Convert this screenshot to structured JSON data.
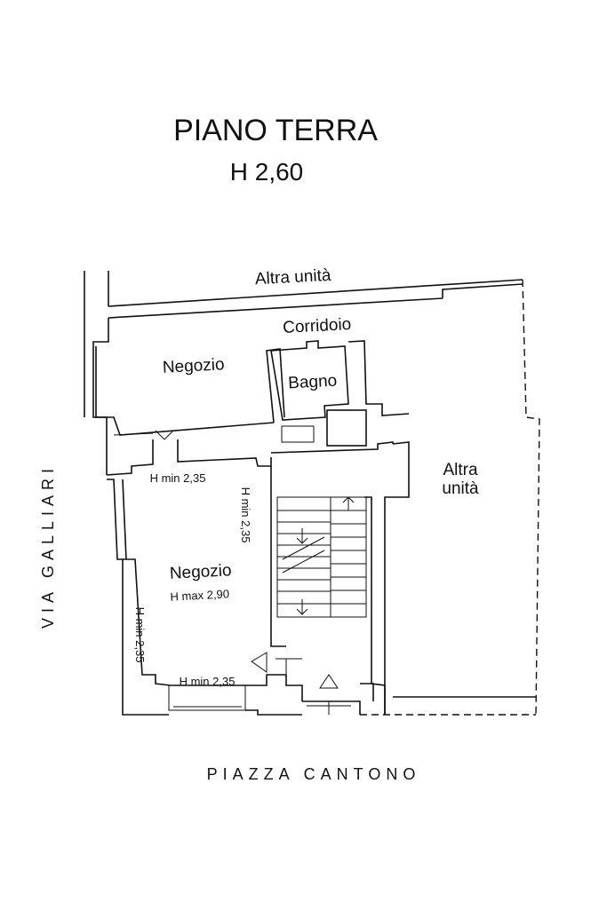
{
  "title": "PIANO TERRA",
  "height": "H 2,60",
  "labels": {
    "altra_unita_top": "Altra unità",
    "corridoio": "Corridoio",
    "negozio_top": "Negozio",
    "bagno": "Bagno",
    "altra_unita_right_1": "Altra",
    "altra_unita_right_2": "unità",
    "h_min_top": "H min 2,35",
    "h_min_right": "H min 2,35",
    "negozio_main": "Negozio",
    "h_max": "H max 2,90",
    "h_min_left": "H min 2,35",
    "h_min_bottom": "H min 2,35"
  },
  "streets": {
    "left": "VIA GALLIARI",
    "bottom": "PIAZZA CANTONO"
  }
}
